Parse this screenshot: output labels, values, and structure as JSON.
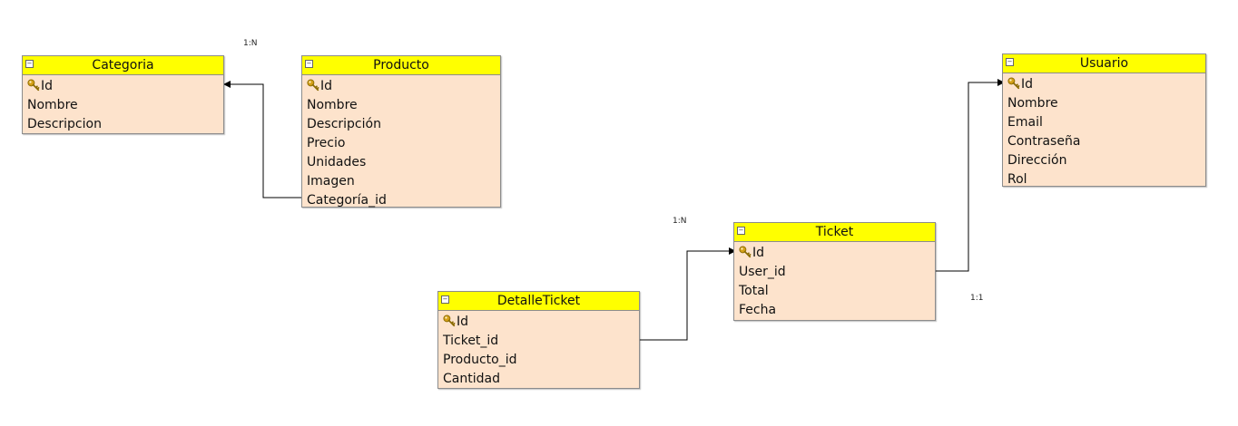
{
  "entities": {
    "categoria": {
      "title": "Categoria",
      "fields": [
        "Id",
        "Nombre",
        "Descripcion"
      ]
    },
    "producto": {
      "title": "Producto",
      "fields": [
        "Id",
        "Nombre",
        "Descripción",
        "Precio",
        "Unidades",
        "Imagen",
        "Categoría_id"
      ]
    },
    "usuario": {
      "title": "Usuario",
      "fields": [
        "Id",
        "Nombre",
        "Email",
        "Contraseña",
        "Dirección",
        "Rol"
      ]
    },
    "ticket": {
      "title": "Ticket",
      "fields": [
        "Id",
        "User_id",
        "Total",
        "Fecha"
      ]
    },
    "detalle": {
      "title": "DetalleTicket",
      "fields": [
        "Id",
        "Ticket_id",
        "Producto_id",
        "Cantidad"
      ]
    }
  },
  "cardinalities": {
    "producto_categoria": "1:N",
    "detalle_ticket": "1:N",
    "ticket_usuario": "1:1"
  },
  "icons": {
    "primary_key": "key-icon",
    "collapse": "collapse-icon"
  },
  "colors": {
    "header": "#ffff00",
    "body": "#fde3cc",
    "border": "#8c8c8c",
    "key": "#d4a017"
  }
}
